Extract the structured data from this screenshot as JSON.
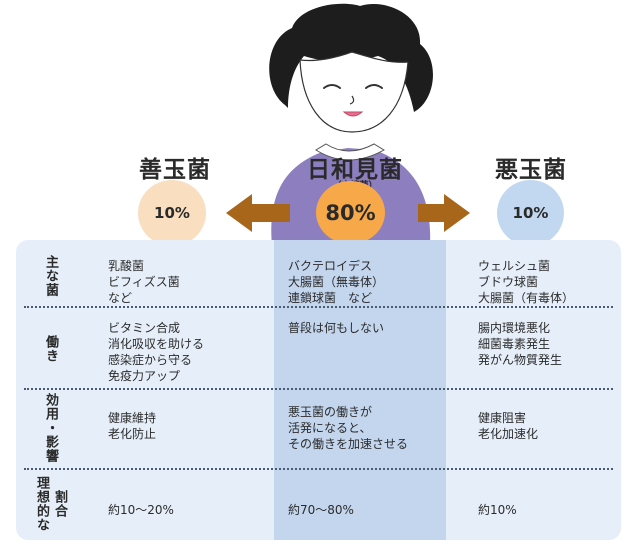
{
  "headers": {
    "good": "善玉菌",
    "neutral": "日和見菌",
    "neutral_sub": "（土壌菌）",
    "bad": "悪玉菌"
  },
  "circles": {
    "good": "10%",
    "neutral": "80%",
    "bad": "10%"
  },
  "row_headers": [
    {
      "id": "main",
      "columns": [
        "主な菌"
      ]
    },
    {
      "id": "function",
      "columns": [
        "働き"
      ]
    },
    {
      "id": "effect",
      "columns": [
        "効用・影響"
      ]
    },
    {
      "id": "ratio",
      "columns": [
        "理想的な",
        "割合"
      ]
    }
  ],
  "rows": {
    "main": {
      "good": [
        "乳酸菌",
        "ビフィズス菌",
        "など"
      ],
      "neutral": [
        "バクテロイデス",
        "大腸菌（無毒体）",
        "連鎖球菌　など"
      ],
      "bad": [
        "ウェルシュ菌",
        "ブドウ球菌",
        "大腸菌（有毒体）"
      ]
    },
    "function": {
      "good": [
        "ビタミン合成",
        "消化吸収を助ける",
        "感染症から守る",
        "免疫力アップ"
      ],
      "neutral": [
        "普段は何もしない"
      ],
      "bad": [
        "腸内環境悪化",
        "細菌毒素発生",
        "発がん物質発生"
      ]
    },
    "effect": {
      "good": [
        "健康維持",
        "老化防止"
      ],
      "neutral": [
        "悪玉菌の働きが",
        "活発になると、",
        "その働きを加速させる"
      ],
      "bad": [
        "健康阻害",
        "老化加速化"
      ]
    },
    "ratio": {
      "good": [
        "約10～20%"
      ],
      "neutral": [
        "約70～80%"
      ],
      "bad": [
        "約10%"
      ]
    }
  },
  "colors": {
    "good_circle": "#f9dfc0",
    "neutral_circle": "#f7a94a",
    "bad_circle": "#c2d8f1",
    "arrow": "#a8661b",
    "table_bg": "#e6eff9",
    "neutral_column": "#c3d6ee",
    "sweater": "#8d7fbf"
  },
  "icons": {
    "character": "smiling-person-illustration",
    "arrow_left": "arrow-left-icon",
    "arrow_right": "arrow-right-icon"
  }
}
